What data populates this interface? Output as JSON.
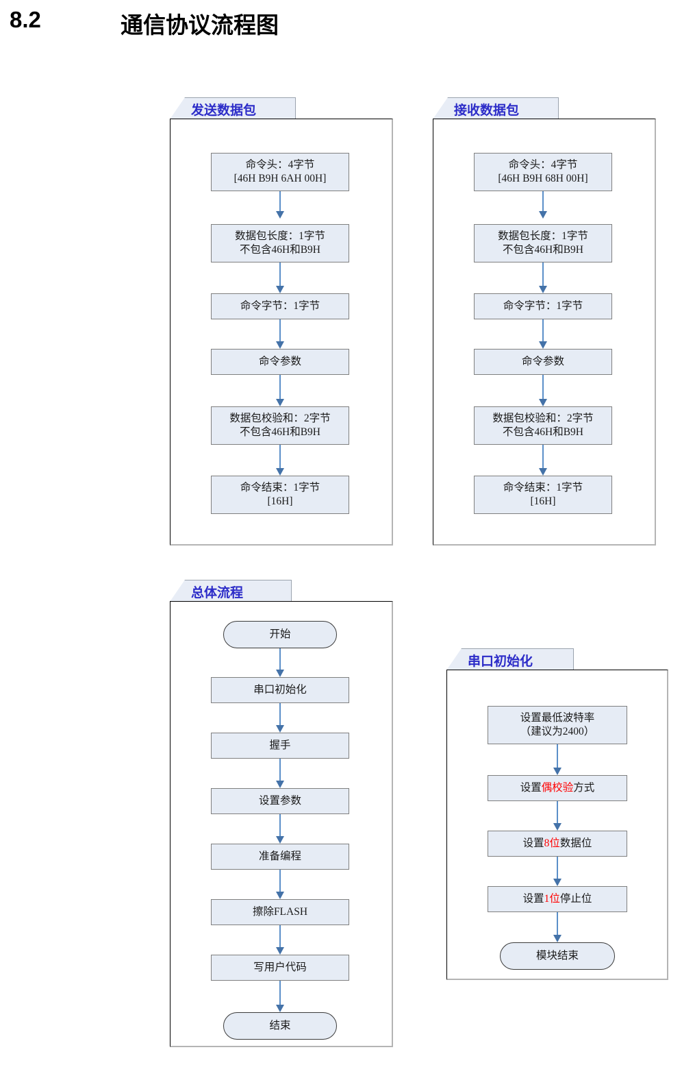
{
  "heading": {
    "number": "8.2",
    "title": "通信协议流程图"
  },
  "panels": [
    {
      "id": "send-packet",
      "tab_label": "发送数据包",
      "nodes": [
        {
          "name": "command-header",
          "lines": [
            "命令头：4字节",
            "[46H B9H 6AH 00H]"
          ]
        },
        {
          "name": "packet-length",
          "lines": [
            "数据包长度：1字节",
            "不包含46H和B9H"
          ]
        },
        {
          "name": "command-byte",
          "lines": [
            "命令字节：1字节"
          ]
        },
        {
          "name": "command-parameter",
          "lines": [
            "命令参数"
          ]
        },
        {
          "name": "packet-checksum",
          "lines": [
            "数据包校验和：2字节",
            "不包含46H和B9H"
          ]
        },
        {
          "name": "command-end",
          "lines": [
            "命令结束：1字节",
            "[16H]"
          ]
        }
      ]
    },
    {
      "id": "receive-packet",
      "tab_label": "接收数据包",
      "nodes": [
        {
          "name": "command-header",
          "lines": [
            "命令头：4字节",
            "[46H B9H 68H 00H]"
          ]
        },
        {
          "name": "packet-length",
          "lines": [
            "数据包长度：1字节",
            "不包含46H和B9H"
          ]
        },
        {
          "name": "command-byte",
          "lines": [
            "命令字节：1字节"
          ]
        },
        {
          "name": "command-parameter",
          "lines": [
            "命令参数"
          ]
        },
        {
          "name": "packet-checksum",
          "lines": [
            "数据包校验和：2字节",
            "不包含46H和B9H"
          ]
        },
        {
          "name": "command-end",
          "lines": [
            "命令结束：1字节",
            "[16H]"
          ]
        }
      ]
    },
    {
      "id": "overall-flow",
      "tab_label": "总体流程",
      "nodes": [
        {
          "name": "start",
          "lines": [
            "开始"
          ],
          "shape": "terminator"
        },
        {
          "name": "serial-init",
          "lines": [
            "串口初始化"
          ]
        },
        {
          "name": "handshake",
          "lines": [
            "握手"
          ]
        },
        {
          "name": "set-parameters",
          "lines": [
            "设置参数"
          ]
        },
        {
          "name": "prepare-programming",
          "lines": [
            "准备编程"
          ]
        },
        {
          "name": "erase-flash",
          "lines": [
            "擦除FLASH"
          ]
        },
        {
          "name": "write-user-code",
          "lines": [
            "写用户代码"
          ]
        },
        {
          "name": "end",
          "lines": [
            "结束"
          ],
          "shape": "terminator"
        }
      ]
    },
    {
      "id": "serial-init",
      "tab_label": "串口初始化",
      "nodes": [
        {
          "name": "set-lowest-baudrate",
          "lines": [
            "设置最低波特率",
            "（建议为2400）"
          ]
        },
        {
          "name": "set-even-parity",
          "rich": [
            [
              "设置",
              false
            ],
            [
              "偶校验",
              true
            ],
            [
              "方式",
              false
            ]
          ]
        },
        {
          "name": "set-data-bits",
          "rich": [
            [
              "设置",
              false
            ],
            [
              "8位",
              true
            ],
            [
              "数据位",
              false
            ]
          ]
        },
        {
          "name": "set-stop-bits",
          "rich": [
            [
              "设置",
              false
            ],
            [
              "1位",
              true
            ],
            [
              "停止位",
              false
            ]
          ]
        },
        {
          "name": "module-end",
          "lines": [
            "模块结束"
          ],
          "shape": "terminator"
        }
      ]
    }
  ],
  "colors": {
    "node_fill": "#e6ecf5",
    "node_border": "#7f7f7f",
    "tab_fill": "#e8edf6",
    "tab_text": "#2c2cc8",
    "arrow": "#4472a8",
    "highlight": "#ff0000",
    "panel_border": "#000000"
  }
}
